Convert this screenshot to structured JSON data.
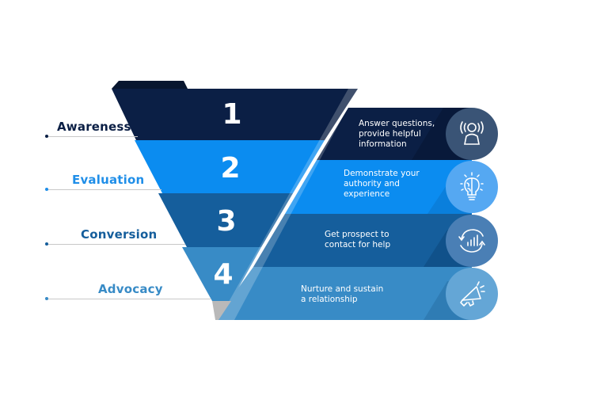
{
  "colors": {
    "tier1": "#0b1f45",
    "tier1_top": "#08162f",
    "tier2": "#0b8cf0",
    "tier3": "#155e9c",
    "tier4": "#388bc6",
    "circle1": "#3a5476",
    "circle2": "#55a8f2",
    "circle3": "#4a7fb5",
    "circle4": "#64a6d6",
    "label_awareness": "#0b1f45",
    "label_evaluation": "#1f8ee8",
    "label_conversion": "#155e9c",
    "label_advocacy": "#388bc6"
  },
  "stages": [
    {
      "number": "1",
      "label": "Awareness",
      "description_lines": [
        "Answer questions,",
        "provide helpful",
        "information"
      ],
      "icon": "person-broadcast-icon"
    },
    {
      "number": "2",
      "label": "Evaluation",
      "description_lines": [
        "Demonstrate your",
        "authority and",
        "experience"
      ],
      "icon": "brain-lightbulb-icon"
    },
    {
      "number": "3",
      "label": "Conversion",
      "description_lines": [
        "Get prospect to",
        "contact for help"
      ],
      "icon": "growth-cycle-icon"
    },
    {
      "number": "4",
      "label": "Advocacy",
      "description_lines": [
        "Nurture and sustain",
        "a relationship"
      ],
      "icon": "megaphone-icon"
    }
  ]
}
